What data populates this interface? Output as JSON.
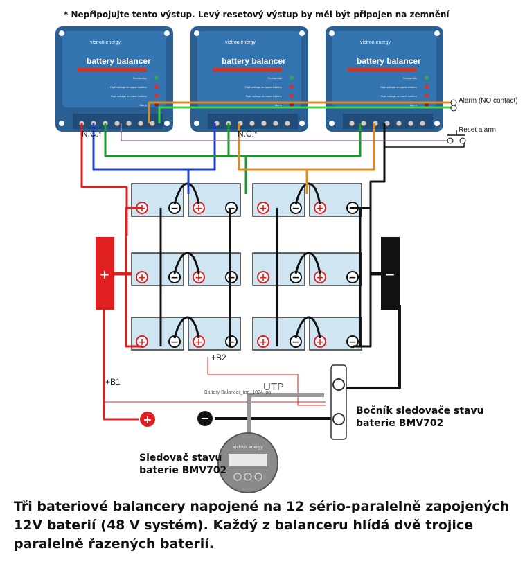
{
  "note": "* Nepřipojujte tento výstup. Levý resetový výstup by měl být připojen na zemnění",
  "balancer": {
    "brand": "victron energy",
    "title": "battery balancer",
    "leds": [
      "On/standby",
      "High voltage on upper battery",
      "High voltage on lower battery",
      "Alarm"
    ],
    "led_colors": [
      "#2fa84f",
      "#d8322e",
      "#d8322e",
      "#8e1c1c"
    ],
    "count": 3
  },
  "labels": {
    "nc": "N.C.*",
    "alarm": "Alarm (NO contact)",
    "reset": "Reset alarm",
    "b1": "+B1",
    "b2": "+B2",
    "utp": "UTP",
    "filename": "Battery Balancer_top_1024.jpg",
    "plus": "+",
    "minus": "−",
    "shunt_line1": "Bočník sledovače stavu",
    "shunt_line2": "baterie BMV702",
    "monitor_line1": "Sledovač stavu",
    "monitor_line2": "baterie BMV702"
  },
  "wire_colors": {
    "positive": "#e02020",
    "negative": "#111111",
    "blue": "#1f3fd0",
    "green": "#1a9a2a",
    "orange": "#e08a1e",
    "alarm_green": "#3fd63f",
    "reset": "#a07aa8",
    "utp": "#999999"
  },
  "caption": "Tři bateriové balancery napojené na 12 sério-paralelně zapojených 12V baterií (48 V systém). Každý z balanceru hlídá dvě trojice paralelně řazených baterií."
}
